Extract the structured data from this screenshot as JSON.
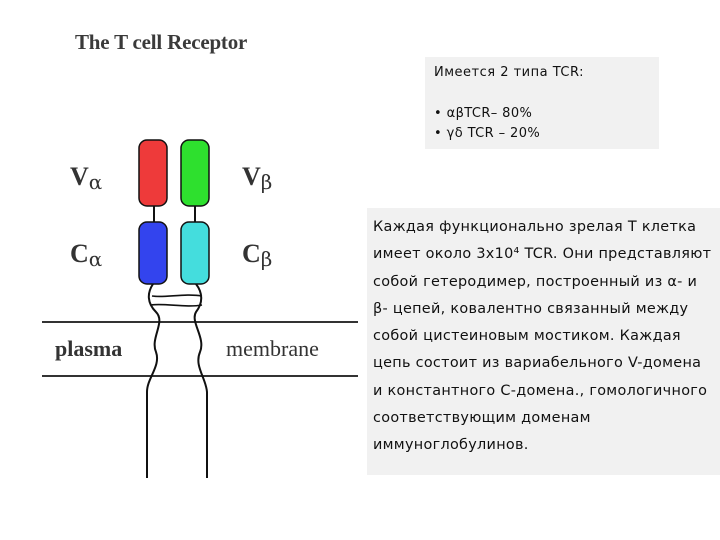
{
  "title": "The T cell Receptor",
  "diagram": {
    "chains": {
      "v_alpha": {
        "letter": "V",
        "sub": "α",
        "color": "#ee3a3a"
      },
      "v_beta": {
        "letter": "V",
        "sub": "β",
        "color": "#2ee02e"
      },
      "c_alpha": {
        "letter": "C",
        "sub": "α",
        "color": "#3344ee"
      },
      "c_beta": {
        "letter": "C",
        "sub": "β",
        "color": "#44dddd"
      }
    },
    "membrane": {
      "left": "plasma",
      "right": "membrane"
    },
    "colors": {
      "stroke": "#111111",
      "line": "#333333"
    }
  },
  "info_box": {
    "heading": "Имеется 2 типа TCR:",
    "items": [
      "• αβTCR– 80%",
      "• γδ TCR – 20%"
    ]
  },
  "description": "Каждая функционально зрелая Т клетка имеет около 3x10⁴ TCR. Они представляют собой гетеродимер, построенный из α- и β- цепей, ковалентно связанный между собой цистеиновым мостиком. Каждая цепь состоит из вариабельного V-домена и константного С-домена., гомологичного соответствующим доменам иммуноглобулинов."
}
